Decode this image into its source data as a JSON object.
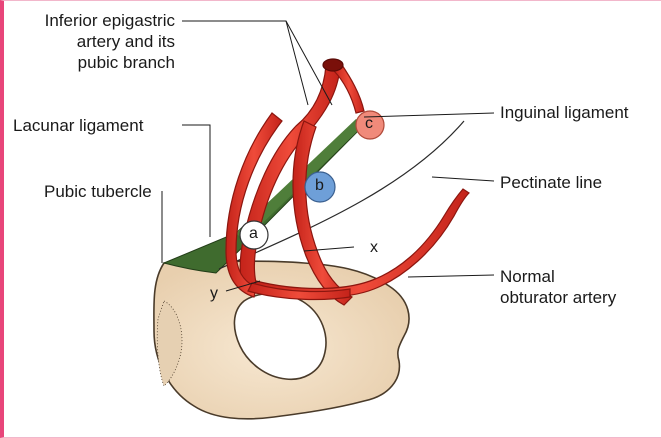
{
  "labels": {
    "inferior_epigastric_line1": "Inferior epigastric",
    "inferior_epigastric_line2": "artery and its",
    "inferior_epigastric_line3": "pubic branch",
    "lacunar_ligament": "Lacunar ligament",
    "pubic_tubercle": "Pubic tubercle",
    "inguinal_ligament": "Inguinal ligament",
    "pectinate_line": "Pectinate line",
    "normal_obturator_line1": "Normal",
    "normal_obturator_line2": "obturator artery",
    "x_label": "x",
    "y_label": "y"
  },
  "markers": {
    "a": "a",
    "b": "b",
    "c": "c"
  },
  "colors": {
    "artery": "#e8352a",
    "artery_dark": "#a81d14",
    "bone": "#f3dfc4",
    "bone_outline": "#4a3b2a",
    "ligament": "#3f6b2e",
    "marker_b": "#6e9fd8",
    "marker_c": "#f08a7a",
    "border": "#e8457a"
  }
}
